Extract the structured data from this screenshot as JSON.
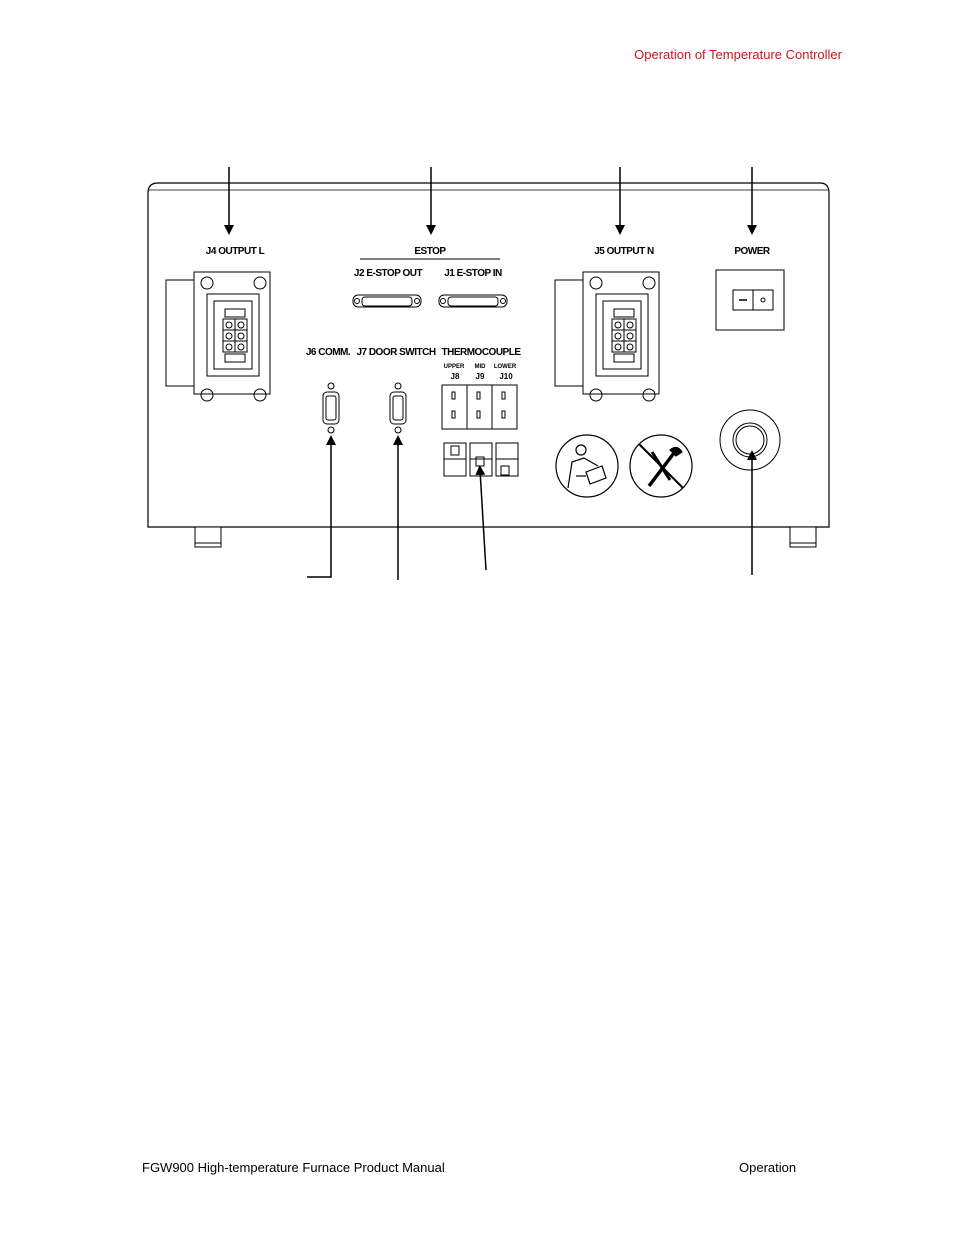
{
  "header": {
    "section_title": "Operation of Temperature Controller"
  },
  "footer": {
    "manual_title": "FGW900 High-temperature Furnace Product Manual",
    "chapter": "Operation"
  },
  "panel": {
    "j4_label": "J4 OUTPUT L",
    "estop_label": "ESTOP",
    "j2_label": "J2 E-STOP OUT",
    "j1_label": "J1 E-STOP IN",
    "j5_label": "J5 OUTPUT N",
    "power_label": "POWER",
    "j6_label": "J6 COMM.",
    "j7_label": "J7 DOOR SWITCH",
    "thermocouple_label": "THERMOCOUPLE",
    "upper_label": "UPPER",
    "mid_label": "MID",
    "lower_label": "LOWER",
    "j8_label": "J8",
    "j9_label": "J9",
    "j10_label": "J10"
  },
  "colors": {
    "header_accent": "#d2141c",
    "line": "#000000"
  }
}
